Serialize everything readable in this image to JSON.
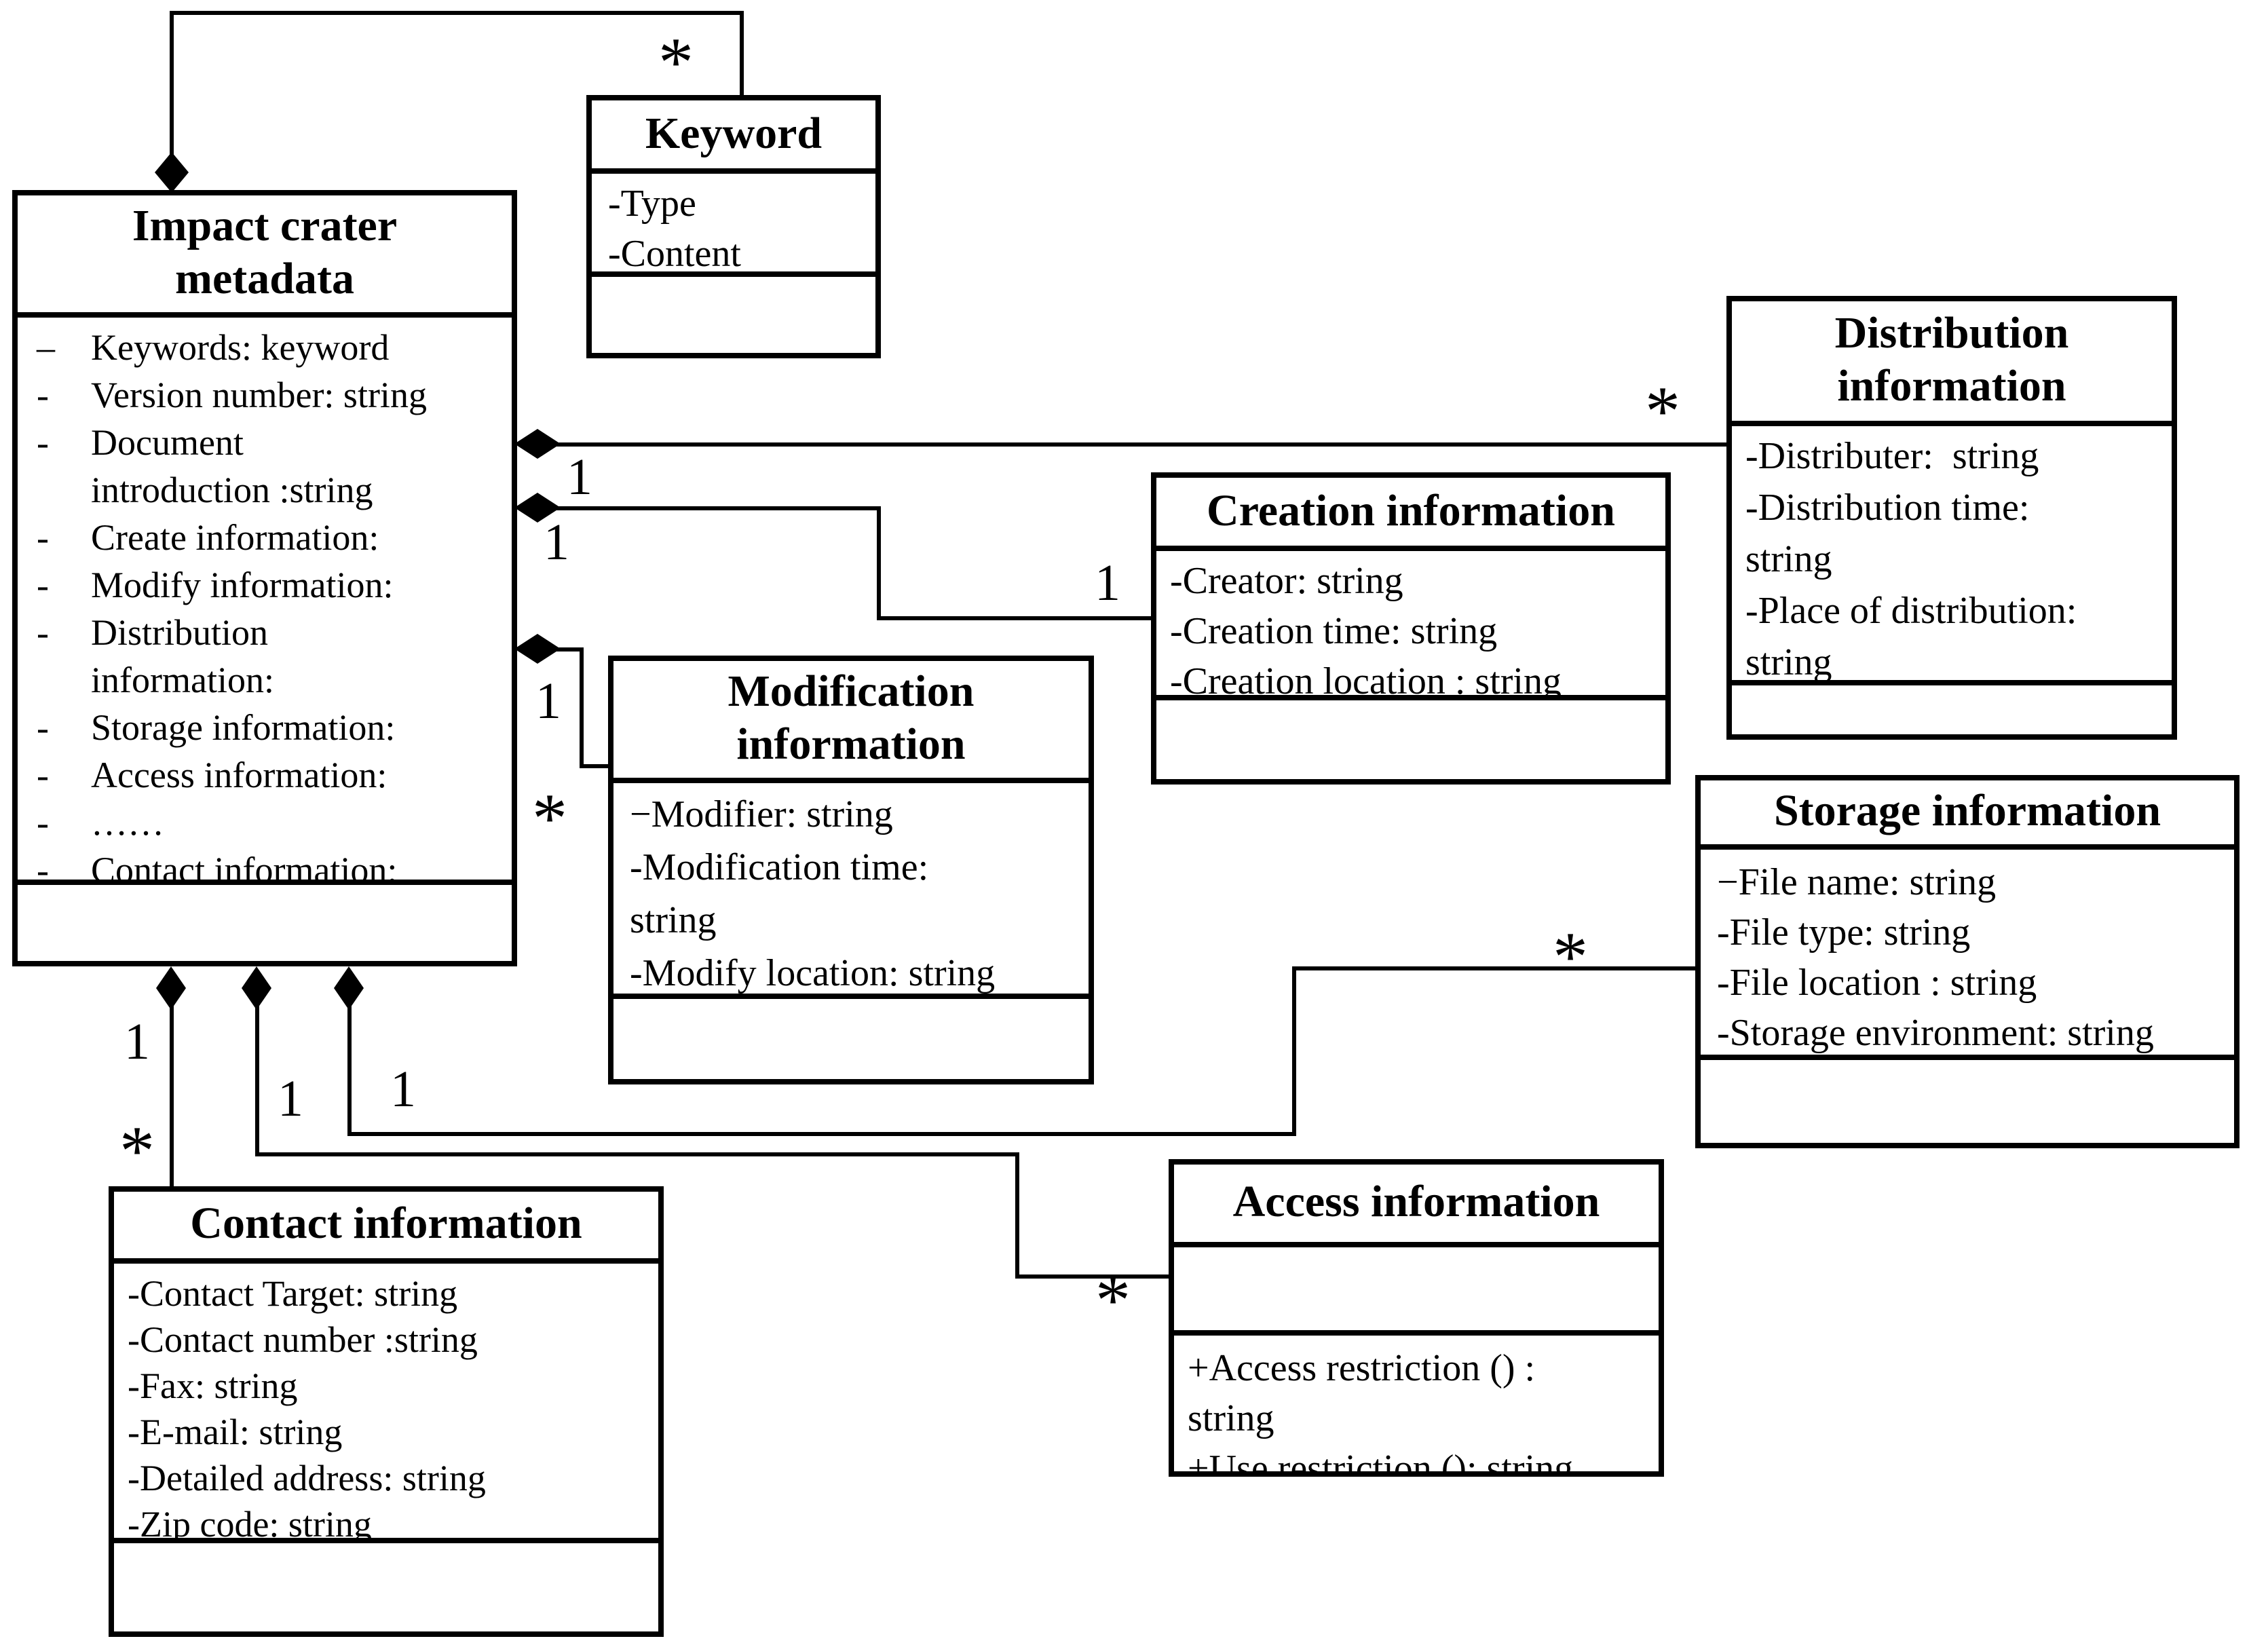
{
  "classes": {
    "impact": {
      "title": "Impact crater metadata",
      "attributes": [
        {
          "dash": "–",
          "text": "Keywords: keyword"
        },
        {
          "dash": "-",
          "text": "Version number: string"
        },
        {
          "dash": "-",
          "text": "Document"
        },
        {
          "dash": "",
          "text": "introduction :string"
        },
        {
          "dash": "-",
          "text": "Create information:"
        },
        {
          "dash": "-",
          "text": "Modify information:"
        },
        {
          "dash": "-",
          "text": "Distribution"
        },
        {
          "dash": "",
          "text": "information:"
        },
        {
          "dash": "-",
          "text": "Storage information:"
        },
        {
          "dash": "-",
          "text": "Access information:"
        },
        {
          "dash": "-",
          "text": "……"
        },
        {
          "dash": "-",
          "text": "Contact information:"
        }
      ]
    },
    "keyword": {
      "title": "Keyword",
      "lines": [
        "-Type",
        "-Content"
      ]
    },
    "creation": {
      "title": "Creation information",
      "lines": [
        "-Creator: string",
        "-Creation time: string",
        "-Creation location : string"
      ]
    },
    "distribution": {
      "title": "Distribution information",
      "lines": [
        "-Distributer:  string",
        "-Distribution time:",
        "string",
        "-Place of distribution:",
        "string"
      ]
    },
    "modification": {
      "title": "Modification information",
      "lines": [
        "−Modifier: string",
        "-Modification time:",
        "string",
        "-Modify location: string"
      ]
    },
    "storage": {
      "title": "Storage information",
      "lines": [
        "−File name: string",
        "-File type: string",
        "-File location : string",
        "-Storage environment: string"
      ]
    },
    "access": {
      "title": "Access information",
      "operations": [
        "+Access restriction () :",
        "string",
        "+Use restriction (): string"
      ]
    },
    "contact": {
      "title": "Contact information",
      "lines": [
        "-Contact Target: string",
        "-Contact number :string",
        "-Fax: string",
        "-E-mail: string",
        "-Detailed address: string",
        "-Zip code: string"
      ]
    }
  },
  "multiplicities": {
    "keyword_star": "*",
    "distribution_one": "1",
    "distribution_star": "*",
    "creation_one_source": "1",
    "creation_one_target": "1",
    "modification_one": "1",
    "modification_star": "*",
    "contact_one": "1",
    "contact_star": "*",
    "access_one": "1",
    "access_star": "*",
    "storage_one": "1",
    "storage_star": "*"
  },
  "colors": {
    "line": "#000000",
    "background": "#ffffff",
    "box_fill": "#ffffff"
  }
}
